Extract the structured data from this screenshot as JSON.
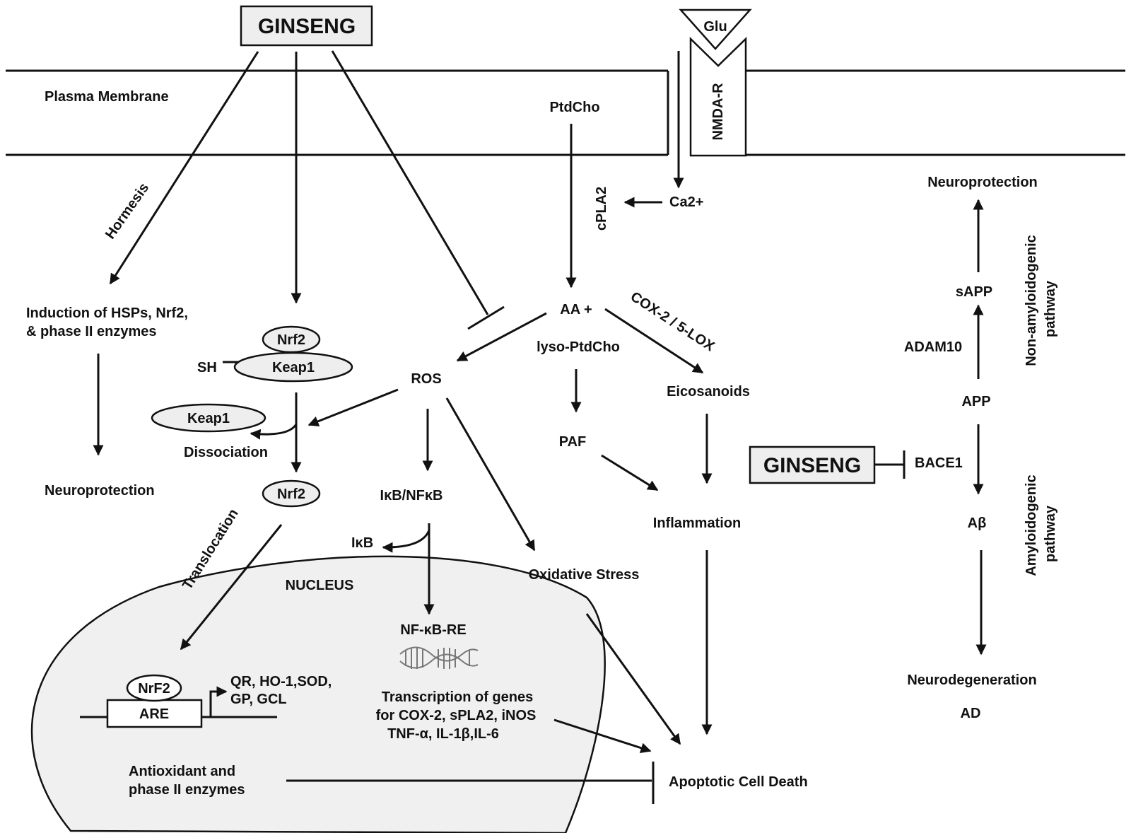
{
  "labels": {
    "ginseng_top": "GINSENG",
    "ginseng_mid": "GINSENG",
    "glu": "Glu",
    "nmda_r": "NMDA-R",
    "plasma_membrane": "Plasma Membrane",
    "ptdcho": "PtdCho",
    "cpla2": "cPLA2",
    "ca2": "Ca2+",
    "hormesis": "Hormesis",
    "induction_line1": "Induction of HSPs, Nrf2,",
    "induction_line2": "& phase II enzymes",
    "neuroprotection_left": "Neuroprotection",
    "nrf2_top": "Nrf2",
    "keap1_bound": "Keap1",
    "sh": "SH",
    "keap1_free": "Keap1",
    "dissociation": "Dissociation",
    "nrf2_free": "Nrf2",
    "translocation": "Translocation",
    "nucleus": "NUCLEUS",
    "nrf2_nuclear": "NrF2",
    "are": "ARE",
    "genes_line1": "QR, HO-1,SOD,",
    "genes_line2": "GP, GCL",
    "antioxidant_line1": "Antioxidant and",
    "antioxidant_line2": "phase II enzymes",
    "aa": "AA +",
    "lyso_ptdcho": "lyso-PtdCho",
    "cox_lox": "COX-2 / 5-LOX",
    "ros": "ROS",
    "ikb_nfkb": "IκB/NFκB",
    "ikb": "IκB",
    "nfkb_re": "NF-κB-RE",
    "transcription_line1": "Transcription of genes",
    "transcription_line2": "for COX-2, sPLA2, iNOS",
    "transcription_line3": "TNF-α, IL-1β,IL-6",
    "oxidative_stress": "Oxidative Stress",
    "paf": "PAF",
    "eicosanoids": "Eicosanoids",
    "inflammation": "Inflammation",
    "apoptotic": "Apoptotic Cell Death",
    "neuroprotection_right": "Neuroprotection",
    "sapp": "sAPP",
    "adam10": "ADAM10",
    "app": "APP",
    "bace1": "BACE1",
    "abeta": "Aβ",
    "non_amyloid_line1": "Non-amyloidogenic",
    "non_amyloid_line2": "pathway",
    "amyloid_line1": "Amyloidogenic",
    "amyloid_line2": "pathway",
    "neurodegeneration": "Neurodegeneration",
    "ad": "AD"
  },
  "colors": {
    "ink": "#111111",
    "nucleus_fill": "#f0f0f0",
    "box_fill": "#eeeeee"
  }
}
